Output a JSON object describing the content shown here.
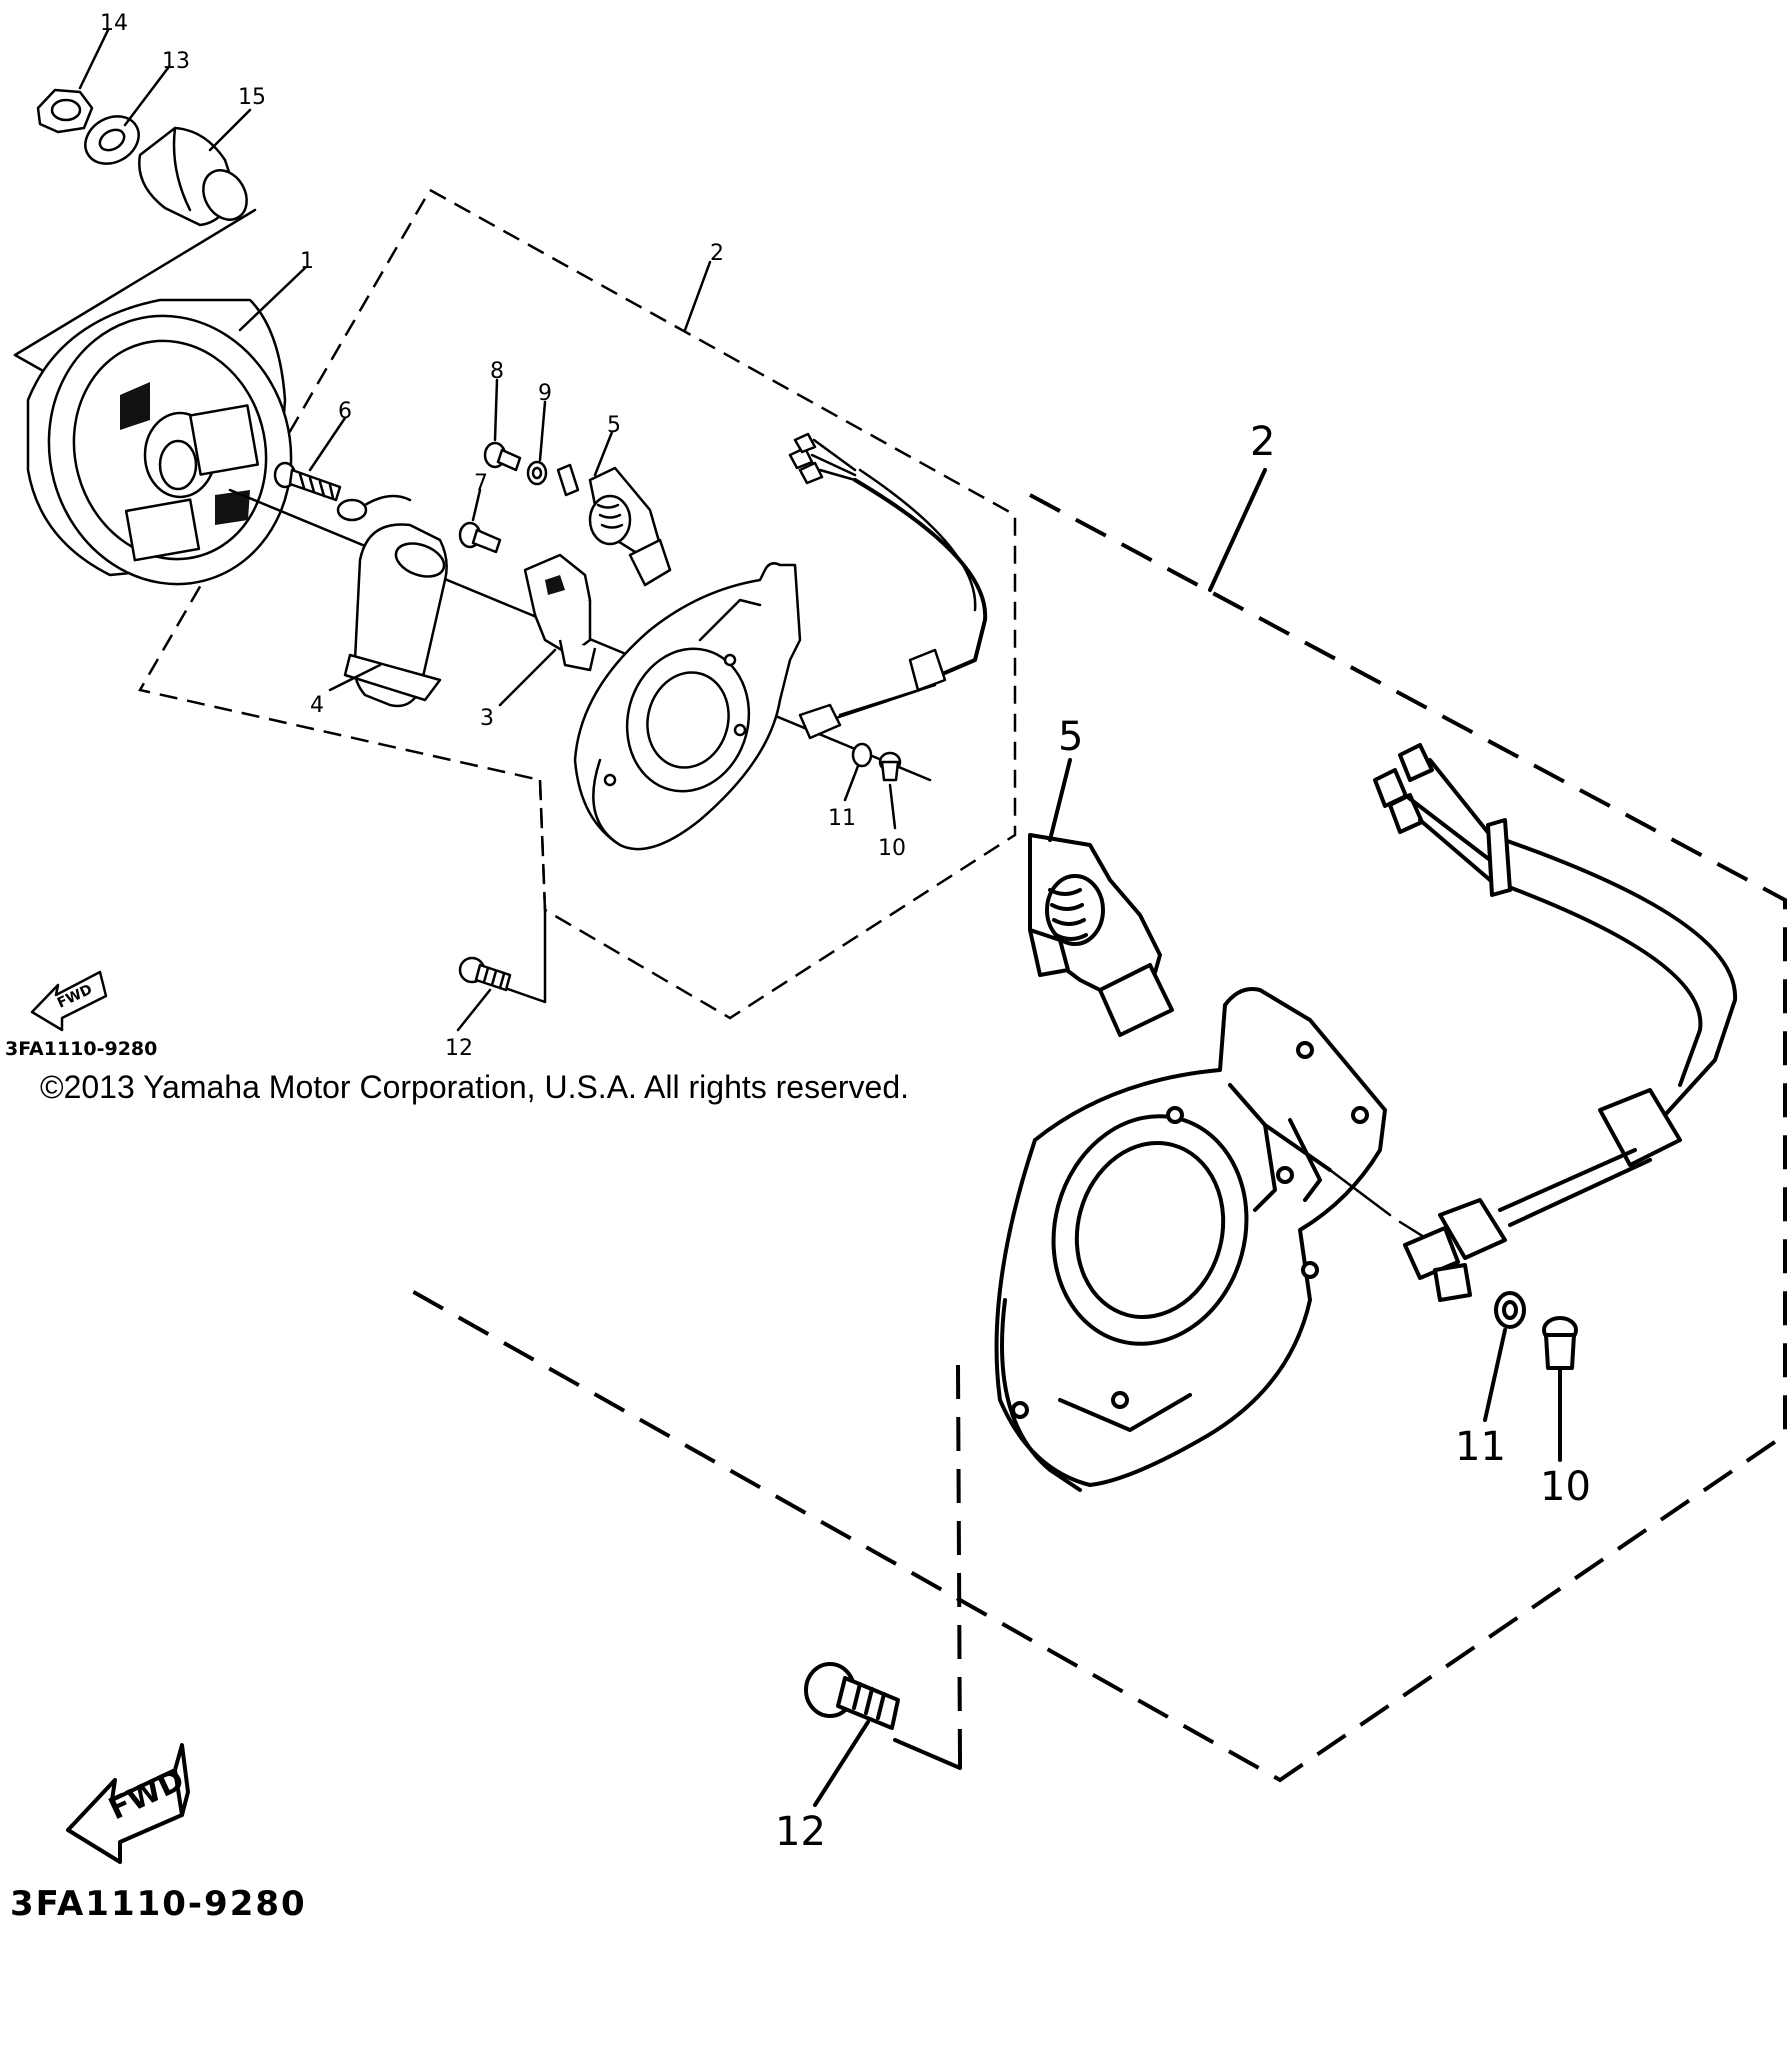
{
  "callouts_overview": {
    "c14": "14",
    "c13": "13",
    "c15": "15",
    "c1": "1",
    "c2": "2",
    "c6": "6",
    "c8": "8",
    "c9": "9",
    "c5": "5",
    "c7": "7",
    "c4": "4",
    "c3": "3",
    "c11": "11",
    "c10": "10",
    "c12": "12"
  },
  "callouts_detail": {
    "c2": "2",
    "c5": "5",
    "c11": "11",
    "c10": "10",
    "c12": "12"
  },
  "fwd_label": "FWD",
  "part_number_small": "3FA1110-9280",
  "part_number_large": "3FA1110-9280",
  "copyright": "©2013 Yamaha Motor Corporation, U.S.A. All rights reserved."
}
